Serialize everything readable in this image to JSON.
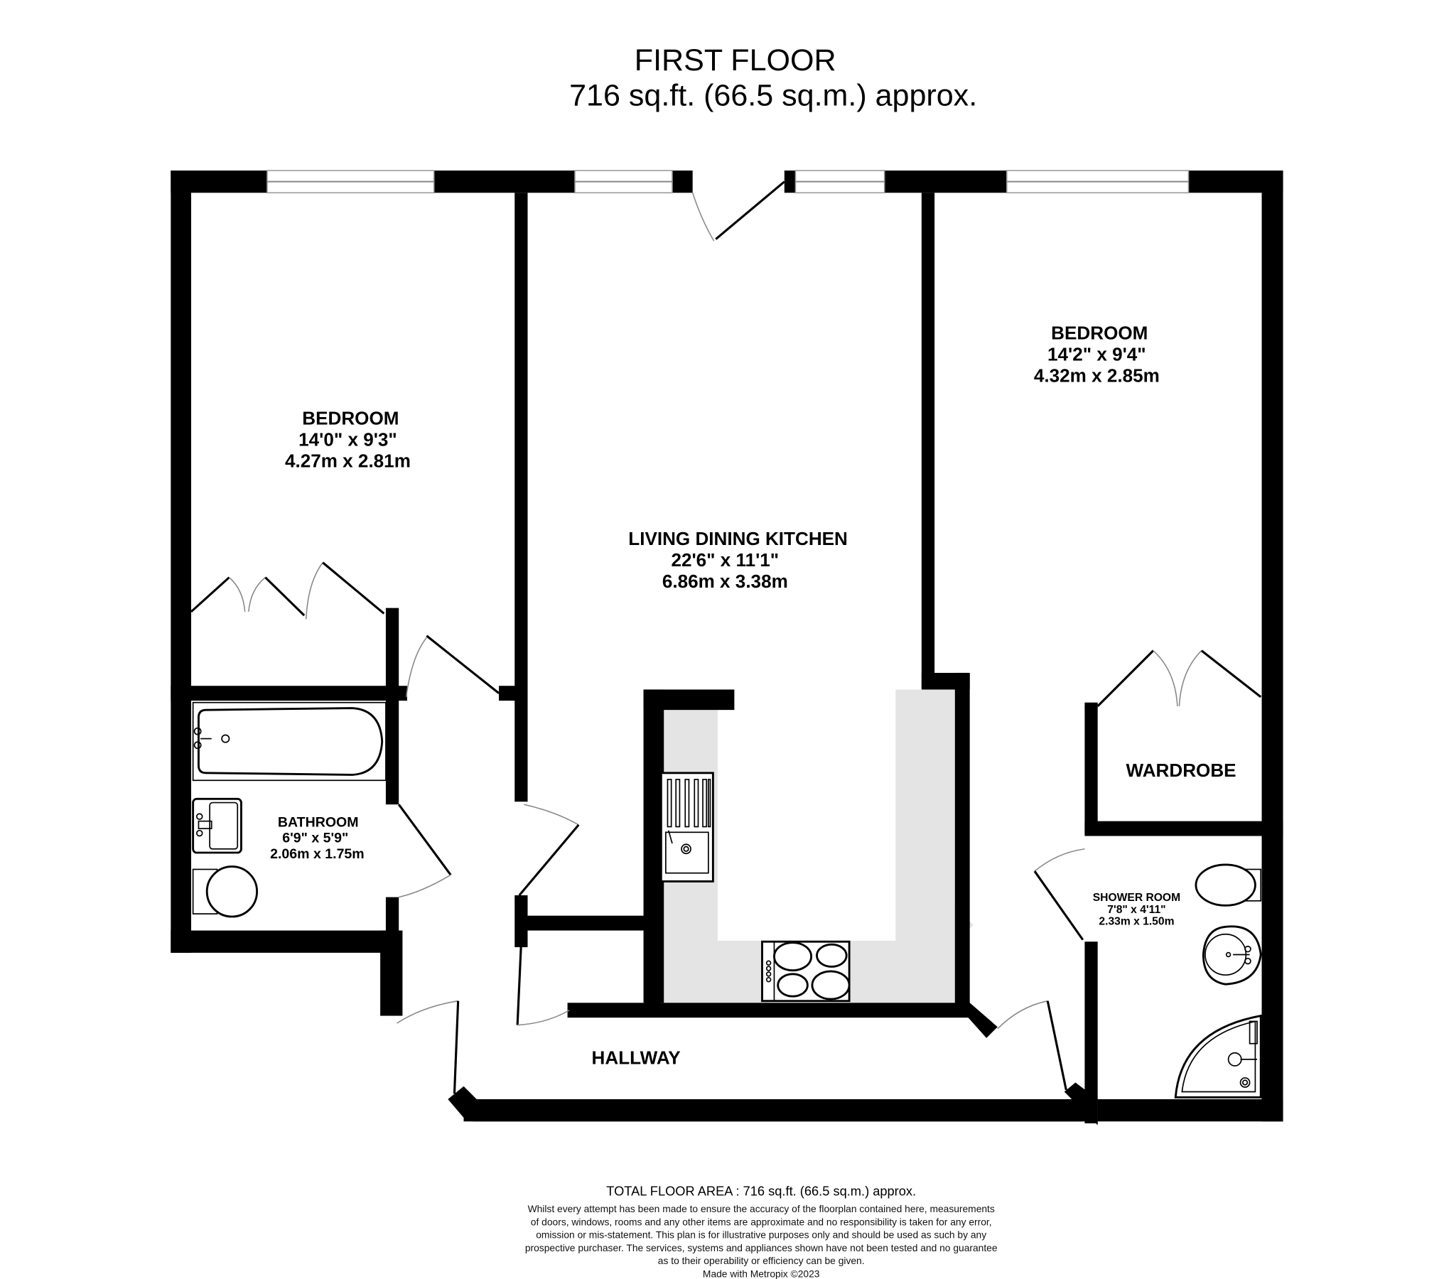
{
  "header": {
    "floor_name": "FIRST FLOOR",
    "floor_area": "716 sq.ft. (66.5 sq.m.) approx."
  },
  "rooms": [
    {
      "id": "bedroom-1",
      "name": "BEDROOM",
      "imperial": "14'0\"  x 9'3\"",
      "metric": "4.27m  x 2.81m"
    },
    {
      "id": "living-dining-kitchen",
      "name": "LIVING DINING KITCHEN",
      "imperial": "22'6\"  x 11'1\"",
      "metric": "6.86m  x 3.38m"
    },
    {
      "id": "bedroom-2",
      "name": "BEDROOM",
      "imperial": "14'2\"  x 9'4\"",
      "metric": "4.32m  x 2.85m"
    },
    {
      "id": "bathroom",
      "name": "BATHROOM",
      "imperial": "6'9\"  x 5'9\"",
      "metric": "2.06m  x 1.75m"
    },
    {
      "id": "wardrobe",
      "name": "WARDROBE"
    },
    {
      "id": "shower-room",
      "name": "SHOWER ROOM",
      "imperial": "7'8\"  x 4'11\"",
      "metric": "2.33m  x 1.50m"
    },
    {
      "id": "hallway",
      "name": "HALLWAY"
    }
  ],
  "footer": {
    "total_area": "TOTAL FLOOR AREA : 716 sq.ft. (66.5 sq.m.) approx.",
    "disclaimer_lines": [
      "Whilst every attempt has been made to ensure the accuracy of the floorplan contained here, measurements",
      "of doors, windows, rooms and any other items are approximate and no responsibility is taken for any error,",
      "omission or mis-statement. This plan is for illustrative purposes only and should be used as such by any",
      "prospective purchaser. The services, systems and appliances shown have not been tested and no guarantee",
      "as to their operability or efficiency can be given."
    ],
    "credit": "Made with Metropix ©2023"
  },
  "colors": {
    "wall": "#000000",
    "worktop": "#e4e4e4",
    "background": "#ffffff"
  }
}
